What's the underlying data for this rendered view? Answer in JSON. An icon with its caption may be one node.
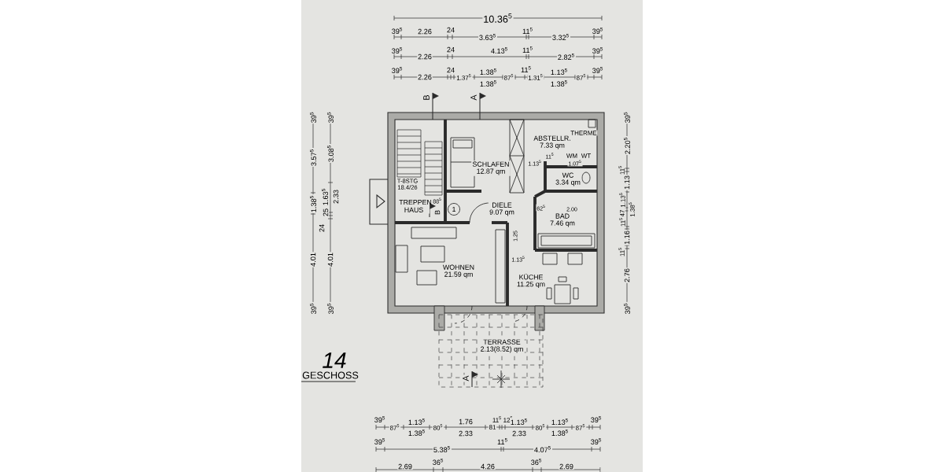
{
  "diagram": {
    "nodes": [
      {
        "text": [
          "TREPPEN HAUS"
        ]
      },
      {
        "text": [
          "SCHLAFEN",
          "12.87 qm"
        ]
      },
      {
        "text": [
          "ABSTELLR.",
          "7.33 qm"
        ]
      },
      {
        "text": [
          "WC",
          "3.34 qm"
        ]
      },
      {
        "text": [
          "1"
        ]
      },
      {
        "text": [
          "DIELE",
          "9.07 qm"
        ]
      },
      {
        "text": [
          "BAD",
          "7.46 qm"
        ]
      },
      {
        "text": [
          "WOHNEN",
          "21.59 qm"
        ]
      },
      {
        "text": [
          "KÜCHE",
          "11.25 qm"
        ]
      },
      {
        "text": [
          "TERRASSE",
          "2.13(8.52) qm"
        ]
      }
    ],
    "labels": [
      "10.36$^{5}$",
      "39$^{5}$",
      "2.26",
      "24",
      "3.63$^{5}$",
      "11$^{5}$",
      "3.32$^{5}$",
      "39$^{5}$",
      "39$^{5}$",
      "2.26",
      "24",
      "4.13$^{5}$",
      "11$^{5}$",
      "2.82$^{5}$",
      "39$^{5}$",
      "39$^{5}$",
      "2.26",
      "24",
      "1.37$^{5}$",
      "1.38$^{5}$",
      "1.38$^{5}$",
      "87$^{5}$",
      "11$^{5}$",
      "1.31$^{5}$",
      "1.13$^{5}$",
      "1.38$^{5}$",
      "87$^{5}$",
      "39$^{5}$",
      "B",
      "A",
      "39$^{5}$",
      "3.57$^{5}$",
      "1.38$^{5}$",
      "4.01",
      "39$^{5}$",
      "39$^{5}$",
      "3.08$^{5}$",
      "1.63$^{5}$",
      "2.33",
      "24",
      "25",
      "4.01",
      "39$^{5}$",
      "T-8STG",
      "18.4/26",
      "88$^{5}$",
      "B",
      "THERME",
      "11$^{5}$",
      "WM",
      "WT",
      "1.13$^{5}$",
      "1.07$^{5}$",
      "62$^{5}$",
      "2.00",
      "1.25",
      "1.13$^{5}$",
      "14",
      "GESCHOSS",
      "A",
      "39$^{5}$",
      "2.20$^{5}$",
      "11$^{5}$",
      "1.13",
      "1.13$^{5}$",
      "47",
      "11$^{5}$",
      "1.38$^{5}$",
      "1.16",
      "11$^{5}$",
      "2.76",
      "39$^{5}$",
      "39$^{5}$",
      "87$^{5}$",
      "1.13$^{5}$",
      "1.38$^{5}$",
      "80$^{5}$",
      "1.76",
      "2.33",
      "81",
      "11$^{5}$",
      "12$^{5}$",
      "1.13$^{5}$",
      "2.33",
      "80$^{5}$",
      "1.13$^{5}$",
      "1.38$^{5}$",
      "87$^{5}$",
      "39$^{5}$",
      "39$^{5}$",
      "5.38$^{5}$",
      "11$^{5}$",
      "4.07$^{5}$",
      "39$^{5}$",
      "36$^{5}$",
      "36$^{5}$",
      "2.69",
      "4.26",
      "2.69"
    ]
  }
}
